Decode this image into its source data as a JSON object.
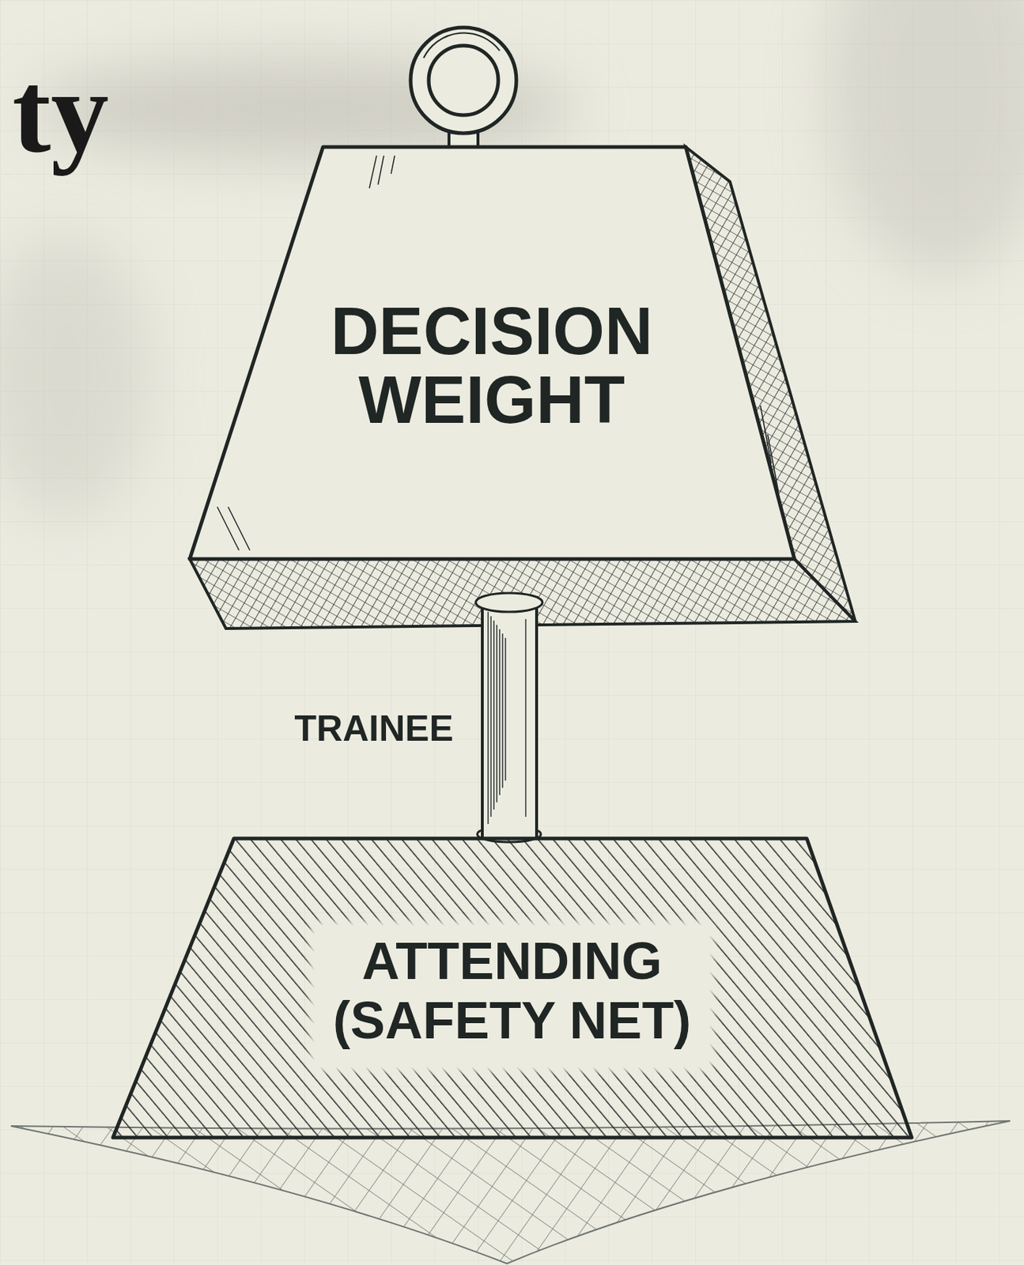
{
  "diagram": {
    "title": "ty",
    "nodes": [
      {
        "text": [
          "DECISION WEIGHT"
        ]
      },
      {
        "text": [
          "TRAINEE"
        ]
      },
      {
        "text": [
          "ATTENDING (SAFETY NET)"
        ]
      }
    ]
  }
}
